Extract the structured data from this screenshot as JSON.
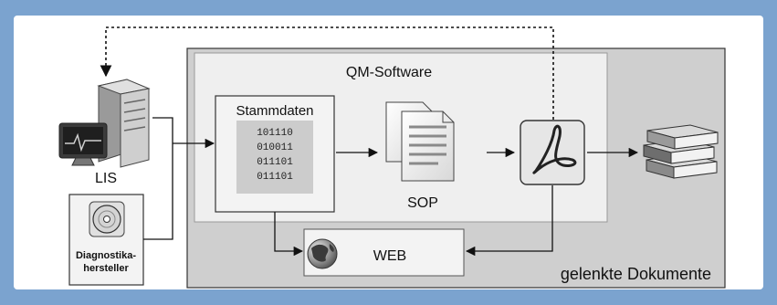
{
  "diagram": {
    "qm_software_label": "QM-Software",
    "stammdaten_label": "Stammdaten",
    "binary_lines": [
      "101110",
      "010011",
      "011101",
      "011101"
    ],
    "lis_label": "LIS",
    "sop_label": "SOP",
    "web_label": "WEB",
    "diag_label_line1": "Diagnostika-",
    "diag_label_line2": "hersteller",
    "gelenkte_label": "gelenkte Dokumente"
  },
  "colors": {
    "frame": "#7ba3cf",
    "outer_box": "#cfcfcf",
    "inner_box": "#efefef",
    "binary_panel": "#cccccc",
    "pdf_icon_fill": "#e6e6e6",
    "pdf_logo": "#222222"
  },
  "icons": [
    "server-icon",
    "monitor-icon",
    "cd-icon",
    "document-stack-icon",
    "pdf-icon",
    "globe-icon",
    "books-icon"
  ]
}
